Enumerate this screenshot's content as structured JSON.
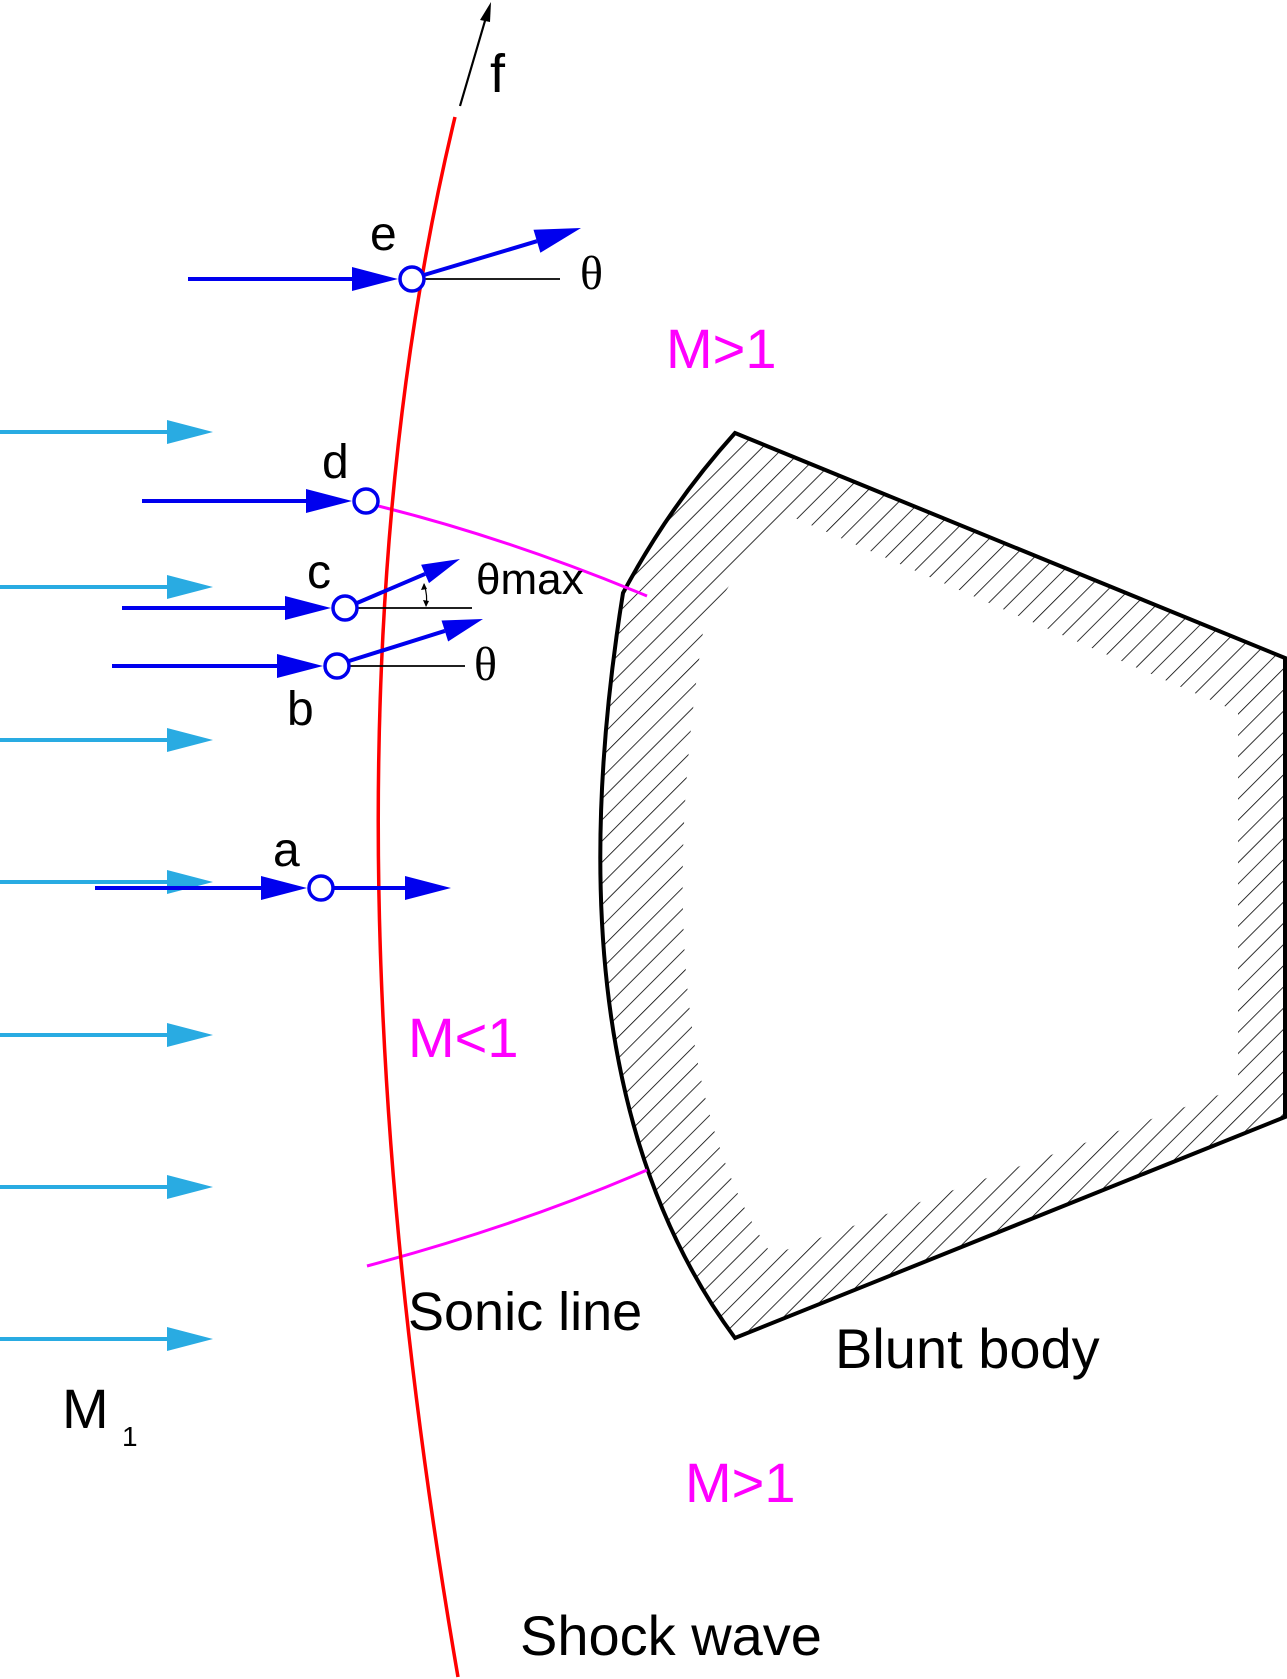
{
  "colors": {
    "shock": "#ff0000",
    "sonic": "#ff00ff",
    "freestream_arrow": "#29abe2",
    "stream_arrow": "#0000ee",
    "body": "#000000",
    "text": "#000000",
    "mach_text": "#ff00ff"
  },
  "labels": {
    "f": "f",
    "e": "e",
    "d": "d",
    "c": "c",
    "b": "b",
    "a": "a",
    "theta_e": "θ",
    "theta_max": "θmax",
    "theta_b": "θ",
    "mach_upper": "M>1",
    "mach_subsonic": "M<1",
    "mach_lower": "M>1",
    "freestream_M": "M",
    "freestream_sub": "1",
    "sonic_line": "Sonic line",
    "blunt_body": "Blunt body",
    "shock_wave": "Shock wave"
  },
  "points": [
    "a",
    "b",
    "c",
    "d",
    "e"
  ]
}
